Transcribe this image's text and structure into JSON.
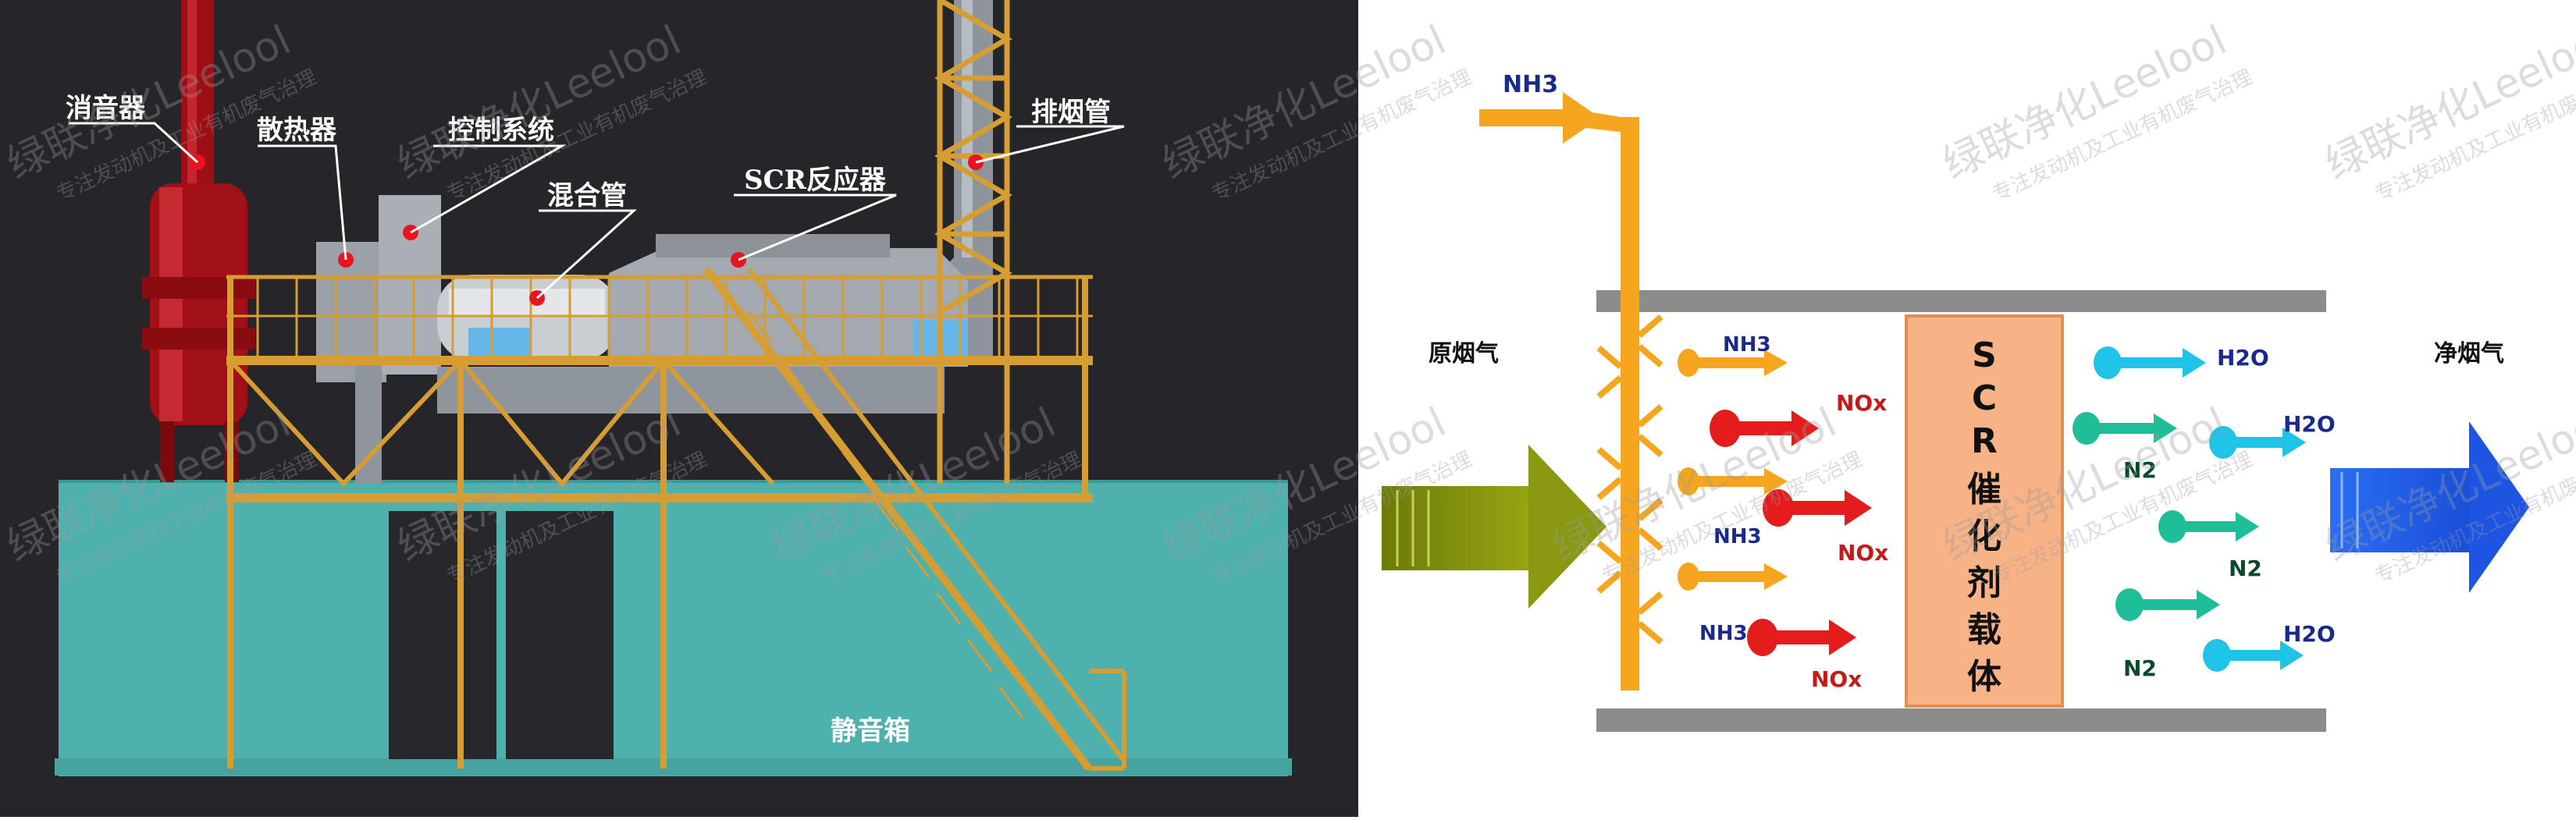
{
  "left": {
    "labels": {
      "muffler": "消音器",
      "radiator": "散热器",
      "control_system": "控制系统",
      "mixing_pipe": "混合管",
      "scr_reactor": "SCR反应器",
      "exhaust_pipe": "排烟管",
      "silent_box": "静音箱"
    }
  },
  "right": {
    "inlet_label": "原烟气",
    "outlet_label": "净烟气",
    "nh3_inlet": "NH3",
    "catalyst_label": "SCR催化剂载体",
    "nh3_labels": [
      "NH3",
      "NH3",
      "NH3"
    ],
    "nox_labels": [
      "NOx",
      "NOx",
      "NOx"
    ],
    "h2o_labels": [
      "H2O",
      "H2O",
      "H2O"
    ],
    "n2_labels": [
      "N2",
      "N2",
      "N2"
    ]
  },
  "watermark": {
    "main": "绿联净化Leelool",
    "sub": "专注发动机及工业有机废气治理"
  },
  "colors": {
    "left_bg": "#262529",
    "teal_box": "#4fb1ad",
    "frame_gold": "#d69d33",
    "muffler_red": "#b01218",
    "marker_red": "#e8141e",
    "nh3_orange": "#f5a61e",
    "nox_red": "#e51c1c",
    "n2_green": "#1dbe98",
    "h2o_cyan": "#1fc3e8",
    "clean_blue": "#1c57e6",
    "raw_olive": "#7d8b0f",
    "catalyst": "#f7b385"
  }
}
